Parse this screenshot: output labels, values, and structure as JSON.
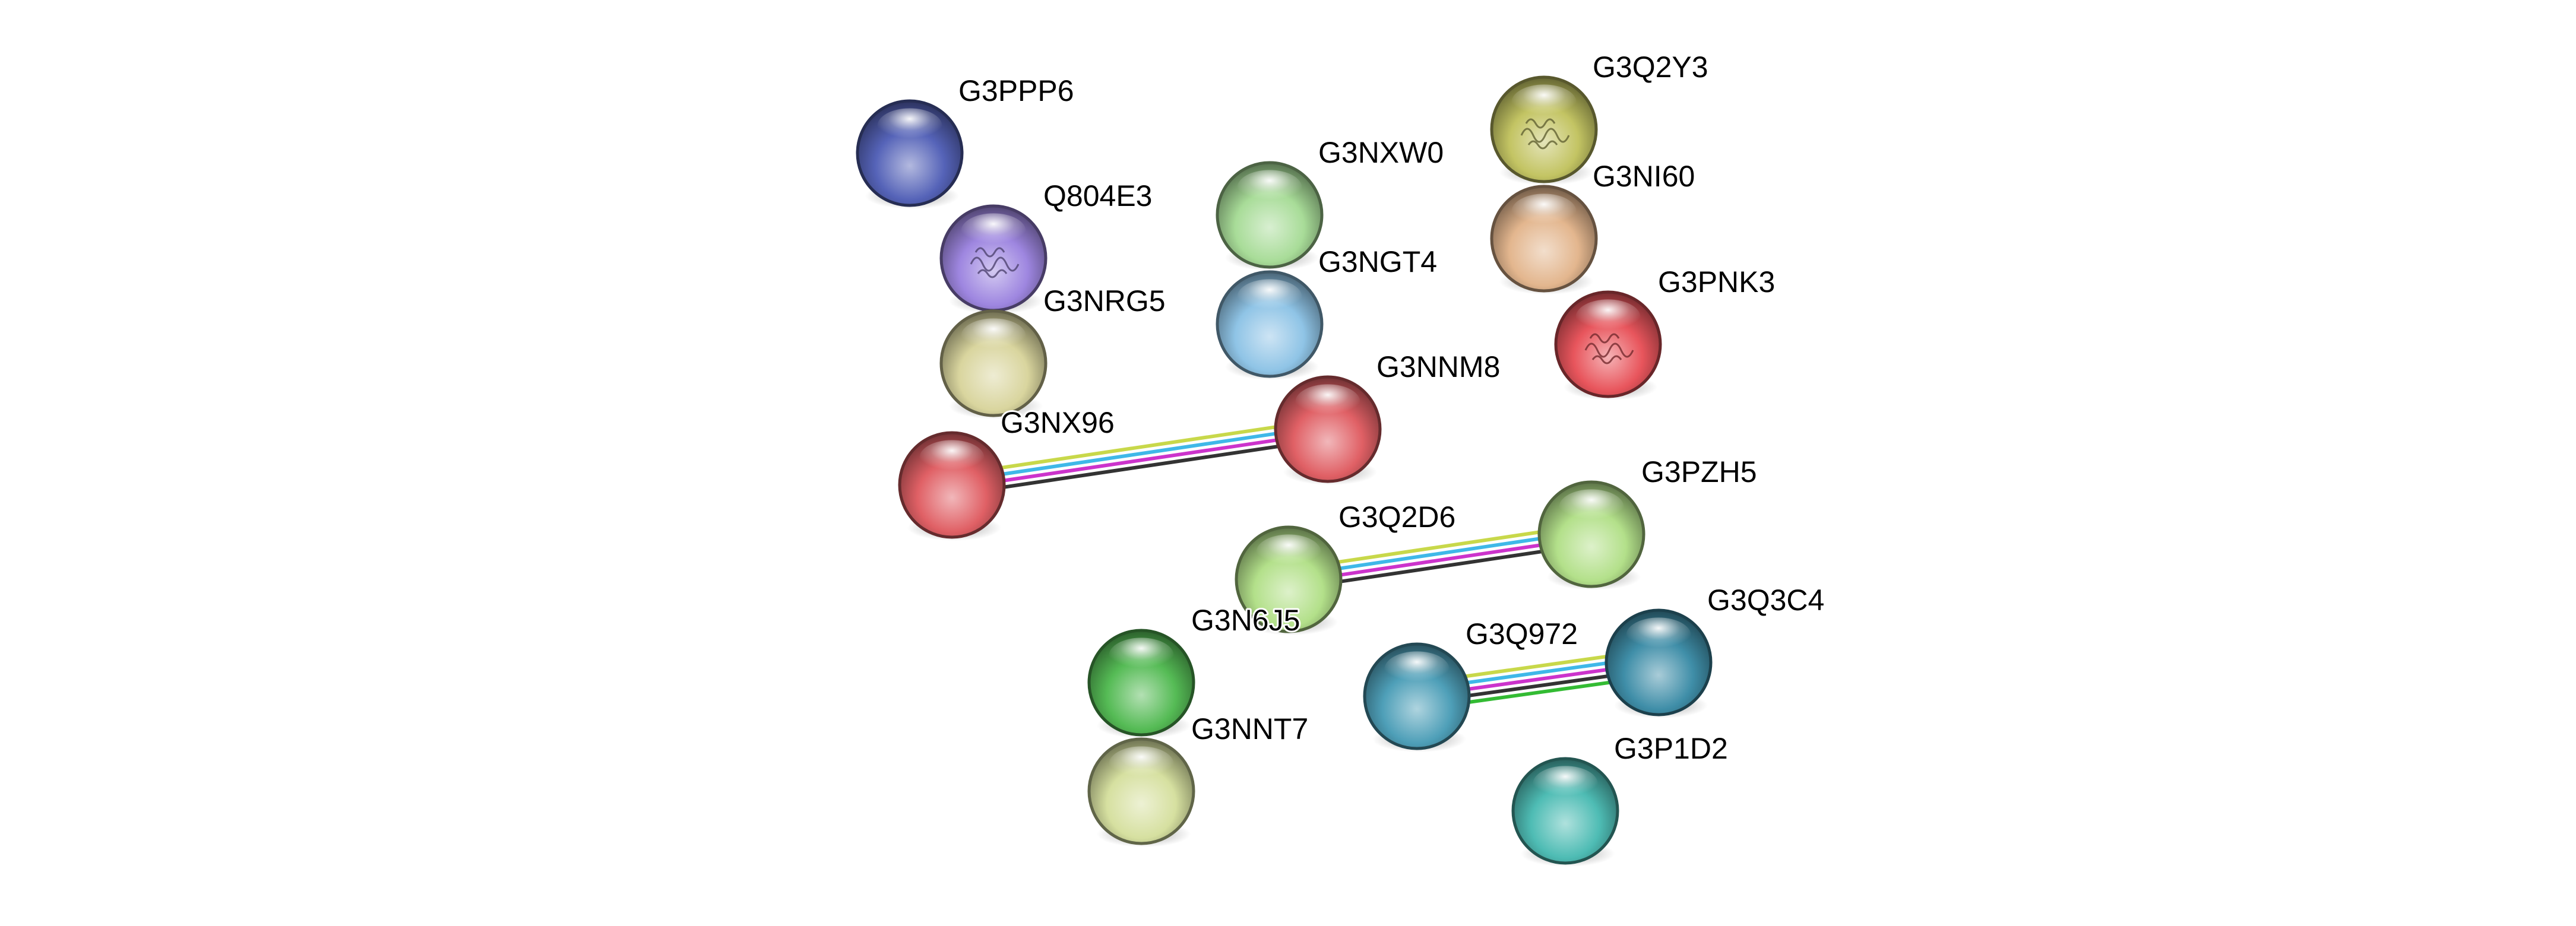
{
  "network": {
    "nodes": [
      {
        "id": "G3PPP6",
        "label": "G3PPP6",
        "color": "#5563b8",
        "icon": "none"
      },
      {
        "id": "Q804E3",
        "label": "Q804E3",
        "color": "#9e86e0",
        "icon": "protein-structure"
      },
      {
        "id": "G3NRG5",
        "label": "G3NRG5",
        "color": "#d9d59e",
        "icon": "none"
      },
      {
        "id": "G3NX96",
        "label": "G3NX96",
        "color": "#e06065",
        "icon": "none"
      },
      {
        "id": "G3NXW0",
        "label": "G3NXW0",
        "color": "#a8dc98",
        "icon": "none"
      },
      {
        "id": "G3NGT4",
        "label": "G3NGT4",
        "color": "#8fc4e6",
        "icon": "none"
      },
      {
        "id": "G3NNM8",
        "label": "G3NNM8",
        "color": "#e06065",
        "icon": "none"
      },
      {
        "id": "G3Q2Y3",
        "label": "G3Q2Y3",
        "color": "#c3c463",
        "icon": "protein-structure"
      },
      {
        "id": "G3NI60",
        "label": "G3NI60",
        "color": "#e3b68e",
        "icon": "none"
      },
      {
        "id": "G3PNK3",
        "label": "G3PNK3",
        "color": "#e8555c",
        "icon": "protein-structure"
      },
      {
        "id": "G3PZH5",
        "label": "G3PZH5",
        "color": "#b3e08a",
        "icon": "none"
      },
      {
        "id": "G3Q2D6",
        "label": "G3Q2D6",
        "color": "#b3e08a",
        "icon": "none"
      },
      {
        "id": "G3N6J5",
        "label": "G3N6J5",
        "color": "#55bb55",
        "icon": "none"
      },
      {
        "id": "G3NNT7",
        "label": "G3NNT7",
        "color": "#d6e0a0",
        "icon": "none"
      },
      {
        "id": "G3Q972",
        "label": "G3Q972",
        "color": "#4e9fb8",
        "icon": "none"
      },
      {
        "id": "G3Q3C4",
        "label": "G3Q3C4",
        "color": "#3f8ea8",
        "icon": "none"
      },
      {
        "id": "G3P1D2",
        "label": "G3P1D2",
        "color": "#4ebcb4",
        "icon": "none"
      }
    ],
    "edges": [
      {
        "source": "G3NX96",
        "target": "G3NNM8",
        "evidence_colors": [
          "#c8d84a",
          "#3fb8e8",
          "#cc33cc",
          "#333333"
        ]
      },
      {
        "source": "G3Q2D6",
        "target": "G3PZH5",
        "evidence_colors": [
          "#c8d84a",
          "#3fb8e8",
          "#cc33cc",
          "#333333"
        ]
      },
      {
        "source": "G3Q972",
        "target": "G3Q3C4",
        "evidence_colors": [
          "#c8d84a",
          "#3fb8e8",
          "#cc33cc",
          "#333333",
          "#33bb33"
        ]
      }
    ]
  }
}
